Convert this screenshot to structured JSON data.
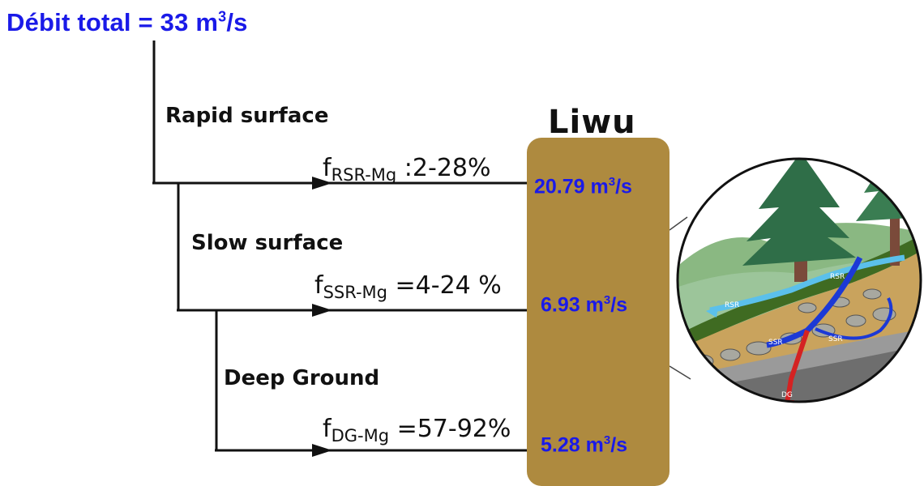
{
  "title": {
    "text": "Débit total = 33 m",
    "unit_sup": "3",
    "unit_tail": "/s"
  },
  "river": {
    "name": "Liwu",
    "color": "#ae8a3f"
  },
  "branches": [
    {
      "label": "Rapid surface",
      "f_main": "f",
      "f_sub": "RSR-Mg",
      "f_value": " :2-28%",
      "flow_num": "20.79 m",
      "flow_sup": "3",
      "flow_tail": "/s"
    },
    {
      "label": "Slow surface",
      "f_main": "f",
      "f_sub": "SSR-Mg",
      "f_value": " =4-24 %",
      "flow_num": "6.93 m",
      "flow_sup": "3",
      "flow_tail": "/s"
    },
    {
      "label": "Deep Ground",
      "f_main": "f",
      "f_sub": "DG-Mg",
      "f_value": " =57-92%",
      "flow_num": "5.28 m",
      "flow_sup": "3",
      "flow_tail": "/s"
    }
  ],
  "inset": {
    "labels": [
      "RSR",
      "RSR",
      "SSR",
      "SSR",
      "DG"
    ]
  },
  "colors": {
    "title": "#1a1ae8",
    "flow": "#1a1ae8",
    "text": "#111111"
  }
}
